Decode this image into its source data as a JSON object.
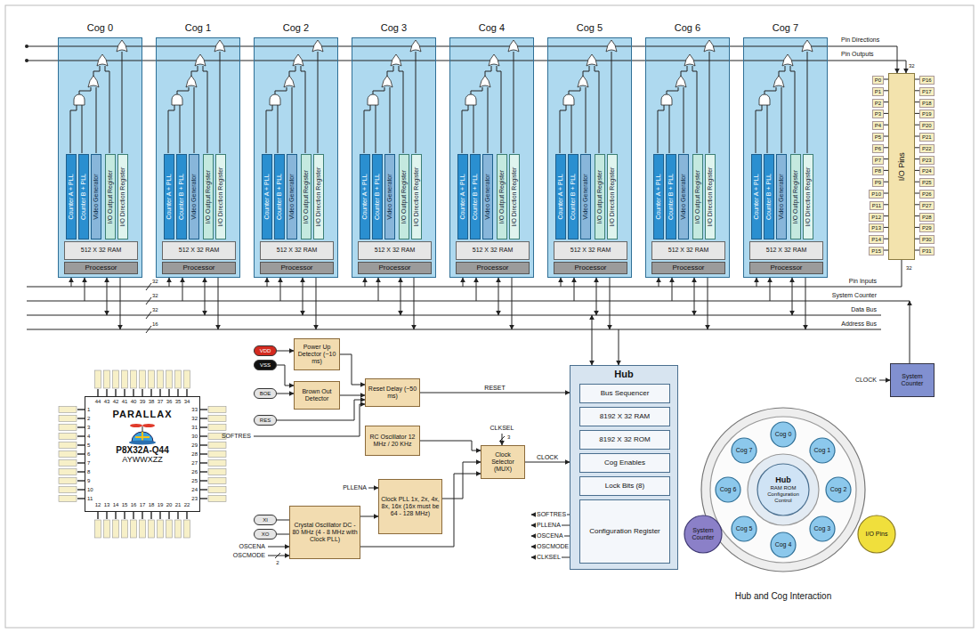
{
  "diagram": {
    "nodes": [
      {
        "text": [
          "Cog 0"
        ]
      },
      {
        "text": [
          "Counter A + PLL"
        ],
        "in": 0
      },
      {
        "text": [
          "Counter B + PLL"
        ],
        "in": 0
      },
      {
        "text": [
          "Video Generator"
        ],
        "in": 0
      },
      {
        "text": [
          "I/O Output Register"
        ],
        "in": 0
      },
      {
        "text": [
          "I/O Direction Register"
        ],
        "in": 0
      },
      {
        "text": [
          "512 X 32 RAM"
        ],
        "in": 0
      },
      {
        "text": [
          "Processor"
        ],
        "in": 0
      },
      {
        "text": [
          "Cog 1"
        ]
      },
      {
        "text": [
          "Counter A + PLL"
        ],
        "in": 8
      },
      {
        "text": [
          "Counter B + PLL"
        ],
        "in": 8
      },
      {
        "text": [
          "Video Generator"
        ],
        "in": 8
      },
      {
        "text": [
          "I/O Output Register"
        ],
        "in": 8
      },
      {
        "text": [
          "I/O Direction Register"
        ],
        "in": 8
      },
      {
        "text": [
          "512 X 32 RAM"
        ],
        "in": 8
      },
      {
        "text": [
          "Processor"
        ],
        "in": 8
      },
      {
        "text": [
          "Cog 2"
        ]
      },
      {
        "text": [
          "Counter A + PLL"
        ],
        "in": 16
      },
      {
        "text": [
          "Counter B + PLL"
        ],
        "in": 16
      },
      {
        "text": [
          "Video Generator"
        ],
        "in": 16
      },
      {
        "text": [
          "I/O Output Register"
        ],
        "in": 16
      },
      {
        "text": [
          "I/O Direction Register"
        ],
        "in": 16
      },
      {
        "text": [
          "512 X 32 RAM"
        ],
        "in": 16
      },
      {
        "text": [
          "Processor"
        ],
        "in": 16
      },
      {
        "text": [
          "Cog 3"
        ]
      },
      {
        "text": [
          "Counter A + PLL"
        ],
        "in": 24
      },
      {
        "text": [
          "Counter B + PLL"
        ],
        "in": 24
      },
      {
        "text": [
          "Video Generator"
        ],
        "in": 24
      },
      {
        "text": [
          "I/O Output Register"
        ],
        "in": 24
      },
      {
        "text": [
          "I/O Direction Register"
        ],
        "in": 24
      },
      {
        "text": [
          "512 X 32 RAM"
        ],
        "in": 24
      },
      {
        "text": [
          "Processor"
        ],
        "in": 24
      },
      {
        "text": [
          "Cog 4"
        ]
      },
      {
        "text": [
          "Counter A + PLL"
        ],
        "in": 32
      },
      {
        "text": [
          "Counter B + PLL"
        ],
        "in": 32
      },
      {
        "text": [
          "Video Generator"
        ],
        "in": 32
      },
      {
        "text": [
          "I/O Output Register"
        ],
        "in": 32
      },
      {
        "text": [
          "I/O Direction Register"
        ],
        "in": 32
      },
      {
        "text": [
          "512 X 32 RAM"
        ],
        "in": 32
      },
      {
        "text": [
          "Processor"
        ],
        "in": 32
      },
      {
        "text": [
          "Cog 5"
        ]
      },
      {
        "text": [
          "Counter A + PLL"
        ],
        "in": 40
      },
      {
        "text": [
          "Counter B + PLL"
        ],
        "in": 40
      },
      {
        "text": [
          "Video Generator"
        ],
        "in": 40
      },
      {
        "text": [
          "I/O Output Register"
        ],
        "in": 40
      },
      {
        "text": [
          "I/O Direction Register"
        ],
        "in": 40
      },
      {
        "text": [
          "512 X 32 RAM"
        ],
        "in": 40
      },
      {
        "text": [
          "Processor"
        ],
        "in": 40
      },
      {
        "text": [
          "Cog 6"
        ]
      },
      {
        "text": [
          "Counter A + PLL"
        ],
        "in": 48
      },
      {
        "text": [
          "Counter B + PLL"
        ],
        "in": 48
      },
      {
        "text": [
          "Video Generator"
        ],
        "in": 48
      },
      {
        "text": [
          "I/O Output Register"
        ],
        "in": 48
      },
      {
        "text": [
          "I/O Direction Register"
        ],
        "in": 48
      },
      {
        "text": [
          "512 X 32 RAM"
        ],
        "in": 48
      },
      {
        "text": [
          "Processor"
        ],
        "in": 48
      },
      {
        "text": [
          "Cog 7"
        ]
      },
      {
        "text": [
          "Counter A + PLL"
        ],
        "in": 56
      },
      {
        "text": [
          "Counter B + PLL"
        ],
        "in": 56
      },
      {
        "text": [
          "Video Generator"
        ],
        "in": 56
      },
      {
        "text": [
          "I/O Output Register"
        ],
        "in": 56
      },
      {
        "text": [
          "I/O Direction Register"
        ],
        "in": 56
      },
      {
        "text": [
          "512 X 32 RAM"
        ],
        "in": 56
      },
      {
        "text": [
          "Processor"
        ],
        "in": 56
      },
      {
        "text": [
          "Hub"
        ]
      },
      {
        "text": [
          "Bus Sequencer"
        ],
        "in": 64
      },
      {
        "text": [
          "8192 X 32 RAM"
        ],
        "in": 64
      },
      {
        "text": [
          "8192 X 32 ROM"
        ],
        "in": 64
      },
      {
        "text": [
          "Cog Enables"
        ],
        "in": 64
      },
      {
        "text": [
          "Lock Bits (8)"
        ],
        "in": 64
      },
      {
        "text": [
          "Configuration Register"
        ],
        "in": 64
      },
      {
        "text": [
          "I/O Pins"
        ]
      },
      {
        "text": [
          "System Counter"
        ]
      },
      {
        "text": [
          "VDD"
        ]
      },
      {
        "text": [
          "VSS"
        ]
      },
      {
        "text": [
          "BOE"
        ]
      },
      {
        "text": [
          "RES"
        ]
      },
      {
        "text": [
          "XI"
        ]
      },
      {
        "text": [
          "XO"
        ]
      },
      {
        "text": [
          "Power Up Detector (~10 ms)"
        ]
      },
      {
        "text": [
          "Brown Out Detector"
        ]
      },
      {
        "text": [
          "Reset Delay (~50 ms)"
        ]
      },
      {
        "text": [
          "RC Oscillator 12 MHz / 20 KHz"
        ]
      },
      {
        "text": [
          "Clock Selector (MUX)"
        ]
      },
      {
        "text": [
          "Clock PLL 1x, 2x, 4x, 8x, 16x (16x must be 64 - 128 MHz)"
        ]
      },
      {
        "text": [
          "Crystal Oscillator DC - 80 MHz (4 - 8 MHz with Clock PLL)"
        ]
      },
      {
        "text": [
          "PARALLAX",
          "P8X32A-Q44",
          "AYWWXZZ"
        ]
      },
      {
        "text": [
          "Hub",
          "RAM ROM Configuration Control"
        ]
      },
      {
        "text": [
          "Cog 0"
        ]
      },
      {
        "text": [
          "Cog 1"
        ]
      },
      {
        "text": [
          "Cog 2"
        ]
      },
      {
        "text": [
          "Cog 3"
        ]
      },
      {
        "text": [
          "Cog 4"
        ]
      },
      {
        "text": [
          "Cog 5"
        ]
      },
      {
        "text": [
          "Cog 6"
        ]
      },
      {
        "text": [
          "Cog 7"
        ]
      },
      {
        "text": [
          "System Counter"
        ]
      },
      {
        "text": [
          "I/O Pins"
        ]
      }
    ],
    "edges": [
      {
        "from": 73,
        "to": 79,
        "arrow": "to"
      },
      {
        "from": 74,
        "to": 80,
        "arrow": "to"
      },
      {
        "from": 75,
        "to": 80,
        "arrow": "to"
      },
      {
        "from": 76,
        "to": 81,
        "arrow": "to"
      },
      {
        "from": 79,
        "to": 81,
        "arrow": "to"
      },
      {
        "from": 80,
        "to": 81,
        "arrow": "to"
      },
      {
        "from": 81,
        "to": 64,
        "arrow": "to",
        "label": "RESET"
      },
      {
        "from": 82,
        "to": 83,
        "arrow": "to"
      },
      {
        "from": 77,
        "to": 85,
        "arrow": "none"
      },
      {
        "from": 78,
        "to": 85,
        "arrow": "none"
      },
      {
        "from": 85,
        "to": 84,
        "arrow": "to"
      },
      {
        "from": 85,
        "to": 83,
        "arrow": "to"
      },
      {
        "from": 84,
        "to": 83,
        "arrow": "to"
      },
      {
        "from": 83,
        "to": 64,
        "arrow": "to",
        "label": "CLOCK"
      }
    ],
    "labels": [
      "Pin Directions",
      "Pin Outputs",
      "32",
      "32",
      "Pin Inputs",
      "System Counter",
      "Data Bus",
      "Address Bus",
      "32",
      "32",
      "32",
      "16",
      "CLOCK",
      "SOFTRES",
      "CLKSEL",
      "3",
      "PLLENA",
      "OSCENA",
      "OSCMODE",
      "2",
      "SOFTRES",
      "PLLENA",
      "OSCENA",
      "OSCMODE",
      "CLKSEL",
      "Hub and Cog Interaction",
      "P0",
      "P1",
      "P2",
      "P3",
      "P4",
      "P5",
      "P6",
      "P7",
      "P8",
      "P9",
      "P10",
      "P11",
      "P12",
      "P13",
      "P14",
      "P15",
      "P16",
      "P17",
      "P18",
      "P19",
      "P20",
      "P21",
      "P22",
      "P23",
      "P24",
      "P25",
      "P26",
      "P27",
      "P28",
      "P29",
      "P30",
      "P31",
      "1",
      "2",
      "3",
      "4",
      "5",
      "6",
      "7",
      "8",
      "9",
      "10",
      "11",
      "12",
      "13",
      "14",
      "15",
      "16",
      "17",
      "18",
      "19",
      "20",
      "21",
      "22",
      "23",
      "24",
      "25",
      "26",
      "27",
      "28",
      "29",
      "30",
      "31",
      "32",
      "33",
      "34",
      "35",
      "36",
      "37",
      "38",
      "39",
      "40",
      "41",
      "42",
      "43",
      "44"
    ]
  }
}
